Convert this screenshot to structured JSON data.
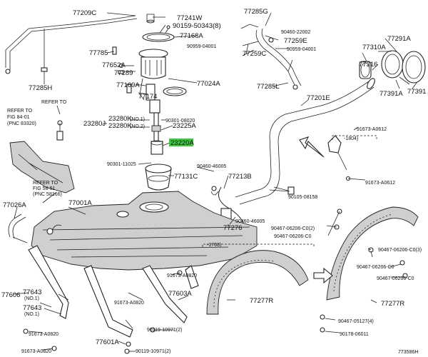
{
  "diagram": {
    "highlight_color": "#3fc83f",
    "footer_code": "773586H",
    "callouts": {
      "c77209C": "77209C",
      "c77241W": "77241W",
      "c90159_50343": "90159-50343(8)",
      "c77168A": "77168A",
      "c77285G": "77285G",
      "c90460_22002": "90460-22002",
      "c77259E": "77259E",
      "c90959_04001a": "90959-04001",
      "c90959_04001b": "90959-04001",
      "c77259C": "77259C",
      "c77310A": "77310A",
      "c77291A": "77291A",
      "c77316": "77316",
      "c77785": "77785",
      "c77652A": "77652A",
      "c77289": "77289",
      "c77024A": "77024A",
      "c77285H": "77285H",
      "c77285L": "77285L",
      "c77391A": "77391A",
      "c77391": "77391",
      "c77169A": "77169A",
      "c77174": "77174",
      "c77201E": "77201E",
      "ref1_a": "REFER TO",
      "ref1_b": "FIG 84-01",
      "ref1_c": "(PNC 83320)",
      "c23280K_1": "23280K",
      "c23280K_1n": "(NO.1)",
      "c23280K_2": "23280K",
      "c23280K_2n": "(NO.2)",
      "c23280J": "23280J",
      "c90301_08020": "90301-08020",
      "c23225A": "23225A",
      "c91673_A0612a": "91673-A0612",
      "range_1804": "-1804)",
      "c23220A": "23220A",
      "c90301_11025": "90301-11025",
      "c90460_46005a": "90460-46005",
      "c77131C": "77131C",
      "c77213B": "77213B",
      "c91673_A0612b": "91673-A0612",
      "ref2_a": "REFER TO",
      "ref2_b": "FIG 58-51",
      "ref2_c": "(PNC 58166)",
      "c90105_08158": "90105-08158",
      "c77026A": "77026A",
      "c77001A": "77001A",
      "c90460_46005b": "90460-46005",
      "c77276": "77276",
      "c90467_06206_C0_2": "90467-06206-C0(2)",
      "c90467_06206_C0a": "90467-06206-C0",
      "range_1708": "-1708)",
      "c90467_06206_C0_3": "90467-06206-C0(3)",
      "c90467_06206_C0b": "90467-06206-C0",
      "c90467_06206_C0c": "90467-06206-C0",
      "c91673_A0820a": "91673-A0820",
      "c77606": "77606",
      "c77643_1": "77643",
      "c77643_1n": "(NO.1)",
      "c77643_2": "77643",
      "c77643_2n": "(NO.1)",
      "c91673_A0820b": "91673-A0820",
      "c77603A": "77603A",
      "c77277R_a": "77277R",
      "c77277R_b": "77277R",
      "c90119_10971_2a": "90119-10971(2)",
      "c90467_05127_4": "90467-05127(4)",
      "c91673_A0820c": "91673-A0820",
      "c77601A": "77601A",
      "c90178_06011": "90178-06011",
      "c91673_A0820d": "91673-A0820",
      "c90119_10971_2b": "90119-10971(2)"
    }
  }
}
